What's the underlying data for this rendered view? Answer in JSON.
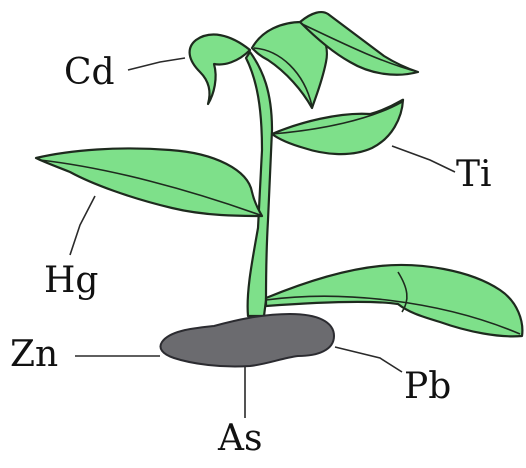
{
  "labels": {
    "cd": "Cd",
    "ti": "Ti",
    "hg": "Hg",
    "zn": "Zn",
    "pb": "Pb",
    "as": "As"
  },
  "colors": {
    "leaf": "#7ee08a",
    "outline": "#1e2a1e",
    "soil": "#6b6b6f"
  }
}
